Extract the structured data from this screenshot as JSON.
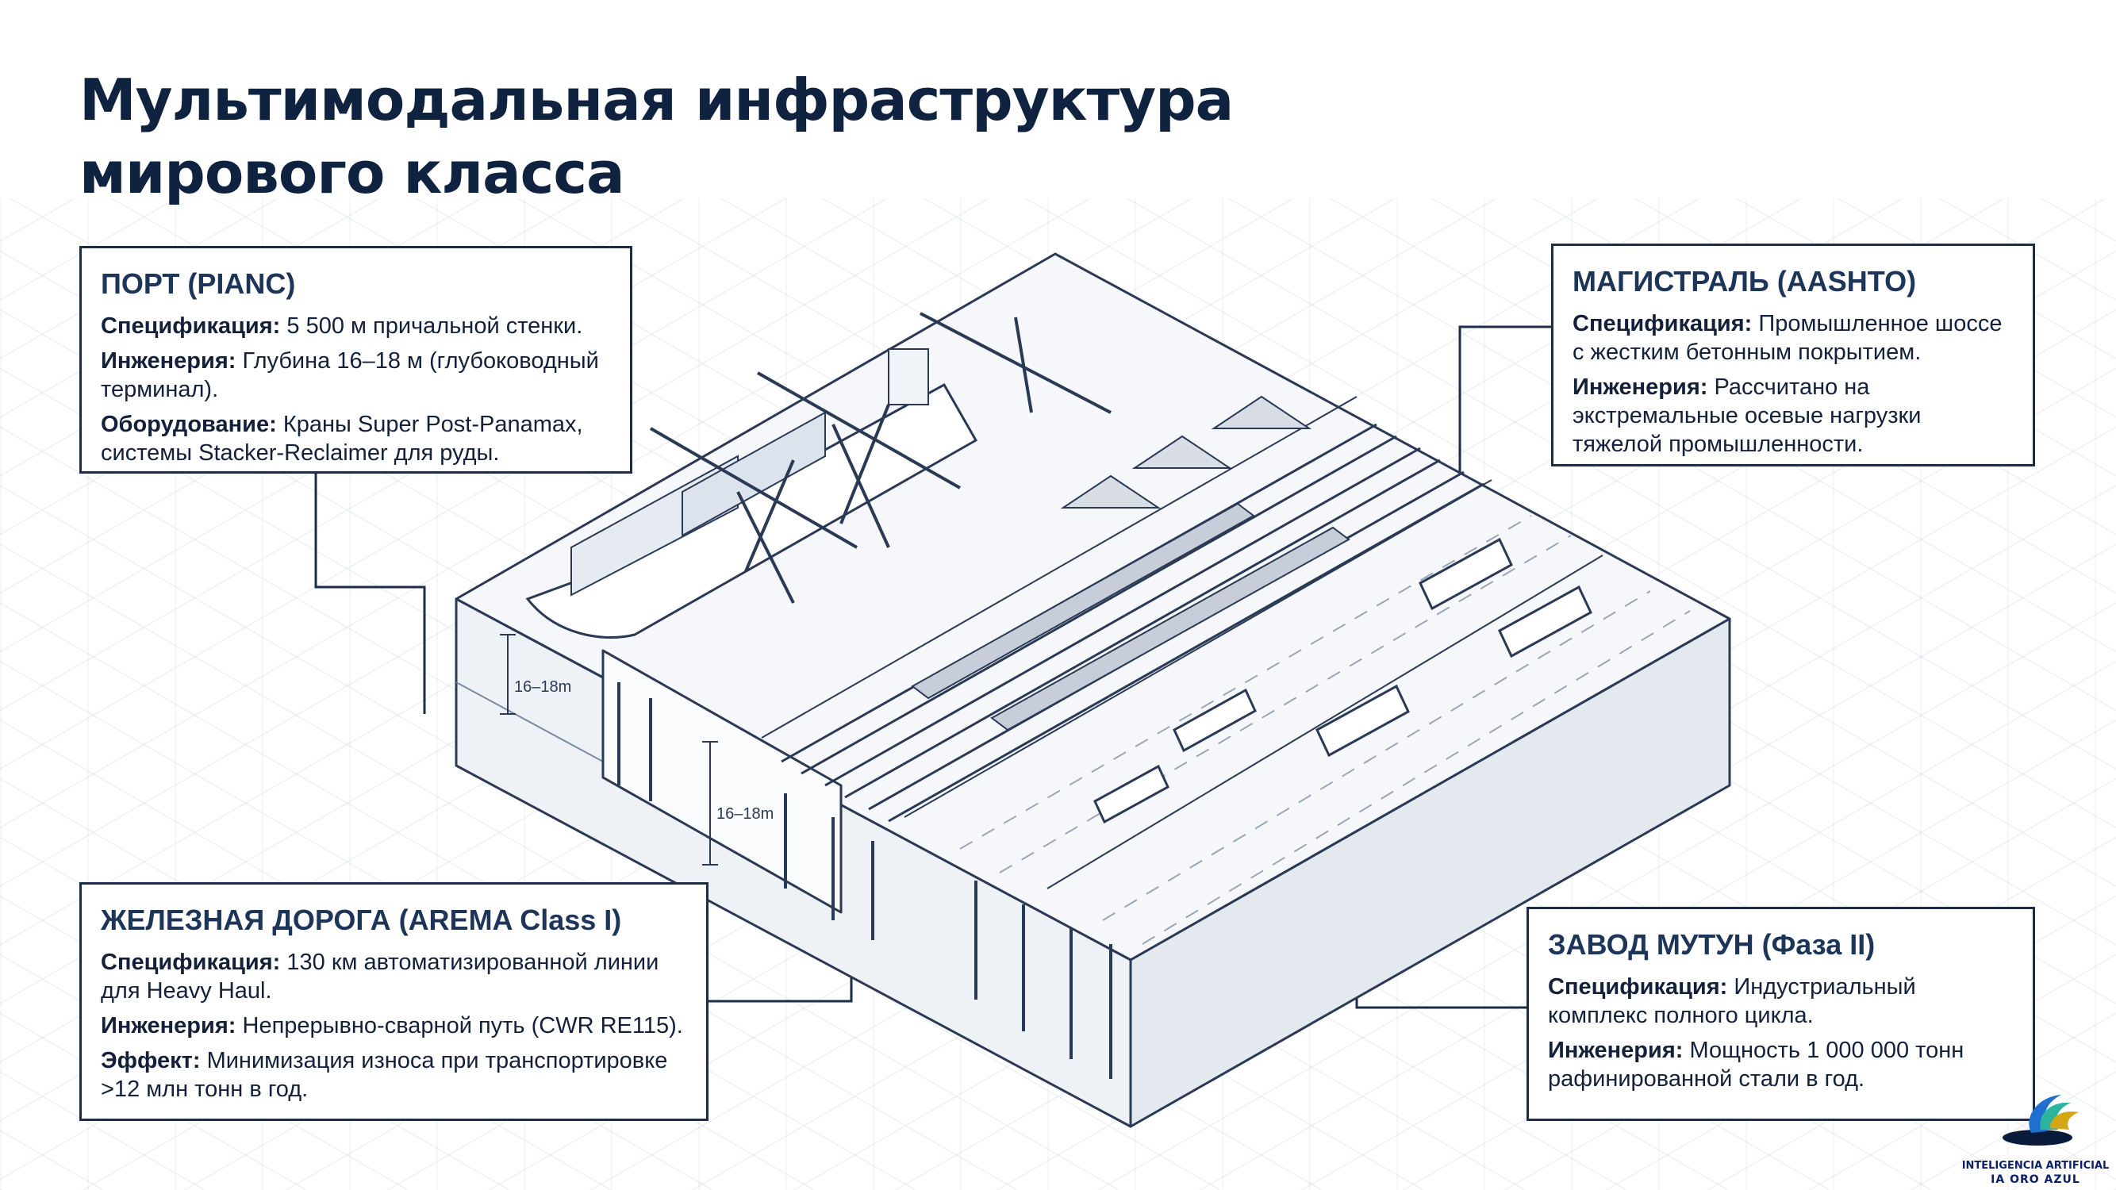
{
  "title": {
    "line1": "Мультимодальная инфраструктура",
    "line2": "мирового класса"
  },
  "callouts": {
    "port": {
      "heading": "ПОРТ (PIANC)",
      "rows": [
        {
          "label": "Спецификация:",
          "text": "5 500 м причальной стенки."
        },
        {
          "label": "Инженерия:",
          "text": "Глубина 16–18 м (глубоководный терминал)."
        },
        {
          "label": "Оборудование:",
          "text": "Краны Super Post-Panamax, системы Stacker-Reclaimer для руды."
        }
      ]
    },
    "highway": {
      "heading": "МАГИСТРАЛЬ (AASHTO)",
      "rows": [
        {
          "label": "Спецификация:",
          "text": "Промышленное шоссе с жестким бетонным покрытием."
        },
        {
          "label": "Инженерия:",
          "text": "Рассчитано на экстремальные осевые нагрузки тяжелой промышленности."
        }
      ]
    },
    "rail": {
      "heading": "ЖЕЛЕЗНАЯ ДОРОГА (AREMA Class I)",
      "rows": [
        {
          "label": "Спецификация:",
          "text": "130 км автоматизированной линии для Heavy Haul."
        },
        {
          "label": "Инженерия:",
          "text": "Непрерывно-сварной путь (CWR RE115)."
        },
        {
          "label": "Эффект:",
          "text": "Минимизация износа при транспортировке >12 млн тонн в год."
        }
      ]
    },
    "plant": {
      "heading": "ЗАВОД МУТУН (Фаза II)",
      "rows": [
        {
          "label": "Спецификация:",
          "text": "Индустриальный комплекс полного цикла."
        },
        {
          "label": "Инженерия:",
          "text": "Мощность 1 000 000 тонн рафинированной стали в год."
        }
      ]
    }
  },
  "diagram": {
    "depth_label_water": "16–18m",
    "depth_label_quay": "16–18m"
  },
  "logo": {
    "line1": "INTELIGENCIA ARTIFICIAL",
    "line2": "IA ORO AZUL"
  }
}
